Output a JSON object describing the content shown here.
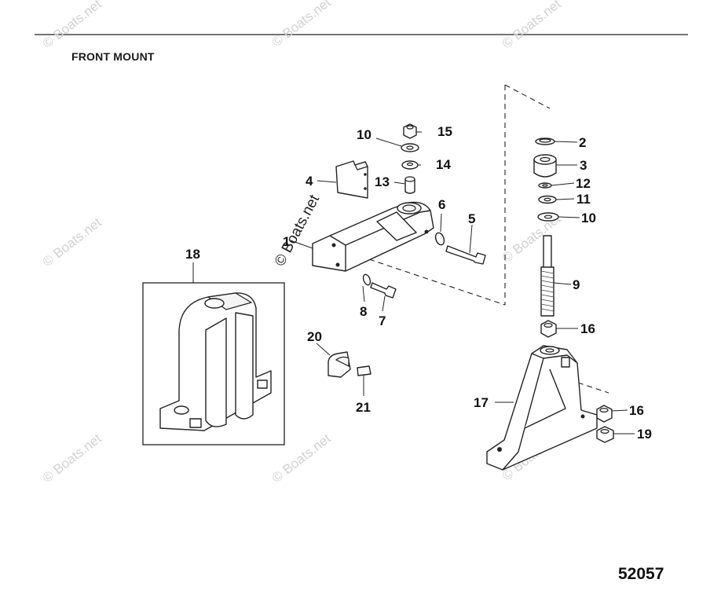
{
  "header": {
    "title": "FRONT MOUNT"
  },
  "document": {
    "number": "52057"
  },
  "watermark": {
    "text": "© Boats.net"
  },
  "callouts": [
    {
      "id": "c1",
      "text": "1"
    },
    {
      "id": "c2",
      "text": "2"
    },
    {
      "id": "c3",
      "text": "3"
    },
    {
      "id": "c4",
      "text": "4"
    },
    {
      "id": "c5",
      "text": "5"
    },
    {
      "id": "c6",
      "text": "6"
    },
    {
      "id": "c7",
      "text": "7"
    },
    {
      "id": "c8",
      "text": "8"
    },
    {
      "id": "c9",
      "text": "9"
    },
    {
      "id": "c10a",
      "text": "10"
    },
    {
      "id": "c10b",
      "text": "10"
    },
    {
      "id": "c11",
      "text": "11"
    },
    {
      "id": "c12",
      "text": "12"
    },
    {
      "id": "c13",
      "text": "13"
    },
    {
      "id": "c14",
      "text": "14"
    },
    {
      "id": "c15",
      "text": "15"
    },
    {
      "id": "c16a",
      "text": "16"
    },
    {
      "id": "c16b",
      "text": "16"
    },
    {
      "id": "c17",
      "text": "17"
    },
    {
      "id": "c18",
      "text": "18"
    },
    {
      "id": "c19",
      "text": "19"
    },
    {
      "id": "c20",
      "text": "20"
    },
    {
      "id": "c21",
      "text": "21"
    }
  ]
}
